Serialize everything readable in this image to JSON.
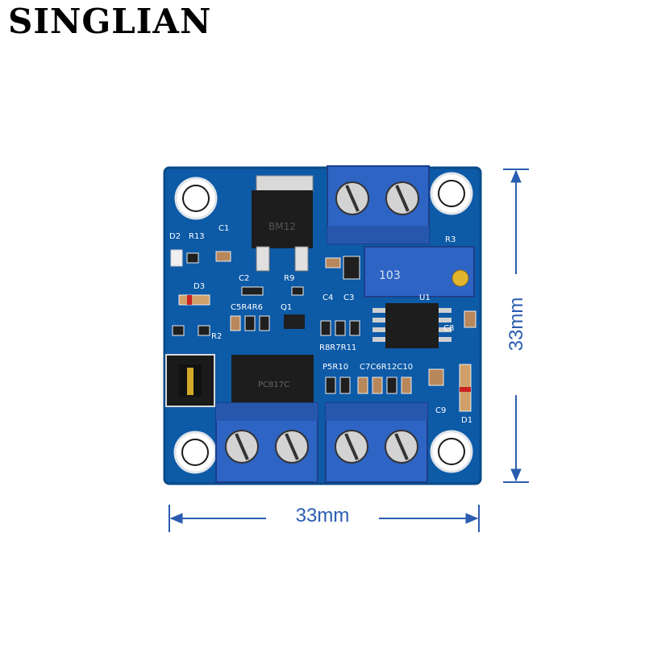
{
  "brand": {
    "name": "SINGLIAN"
  },
  "dimensions": {
    "width_label": "33mm",
    "height_label": "33mm",
    "color": "#2a5db0"
  },
  "board": {
    "pcb_color": "#0d5aa7",
    "terminal_color": "#2e64c4",
    "silkscreen": {
      "c1": "C1",
      "d2": "D2",
      "r13": "R13",
      "d3": "D3",
      "c2": "C2",
      "r9": "R9",
      "c5r4r6": "C5R4R6",
      "q1": "Q1",
      "c4": "C4",
      "c3": "C3",
      "r3": "R3",
      "u1": "U1",
      "r2": "R2",
      "r8r7r11": "R8R7R11",
      "c8": "C8",
      "p5r10": "P5R10",
      "c7c6r12c10": "C7C6R12C10",
      "c9": "C9",
      "d1": "D1"
    },
    "chips": {
      "regulator": "BM12",
      "optocoupler": "PC817C",
      "potentiometer": "103"
    }
  }
}
